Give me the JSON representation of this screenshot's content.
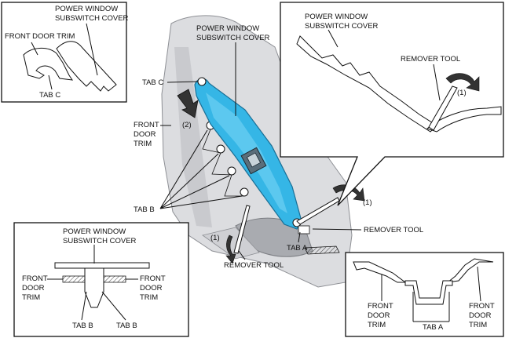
{
  "labels": {
    "tl_cover": [
      "POWER WINDOW",
      "SUBSWITCH COVER"
    ],
    "tl_trim": "FRONT DOOR TRIM",
    "tl_tab": "TAB C",
    "main_cover": [
      "POWER WINDOW",
      "SUBSWITCH COVER"
    ],
    "main_tabc": "TAB C",
    "main_step2": "(2)",
    "main_trim": [
      "FRONT",
      "DOOR",
      "TRIM"
    ],
    "main_tabb": "TAB B",
    "main_step1_left": "(1)",
    "main_remover_left": "REMOVER TOOL",
    "main_step1_right": "(1)",
    "main_remover_right": "REMOVER TOOL",
    "main_taba": "TAB A",
    "tr_cover": [
      "POWER WINDOW",
      "SUBSWITCH COVER"
    ],
    "tr_remover": "REMOVER TOOL",
    "tr_step1": "(1)",
    "bl_cover": [
      "POWER WINDOW",
      "SUBSWITCH COVER"
    ],
    "bl_trim_left": [
      "FRONT",
      "DOOR",
      "TRIM"
    ],
    "bl_trim_right": [
      "FRONT",
      "DOOR",
      "TRIM"
    ],
    "bl_tabb_left": "TAB B",
    "bl_tabb_right": "TAB B",
    "br_trim_left": [
      "FRONT",
      "DOOR",
      "TRIM"
    ],
    "br_trim_right": [
      "FRONT",
      "DOOR",
      "TRIM"
    ],
    "br_taba": "TAB A"
  },
  "colors": {
    "cover_fill": "#35b6e6",
    "cover_stroke": "#1a6f96",
    "door_fill": "#dcdde0",
    "door_dark": "#b9bbc0",
    "ink": "#111111"
  }
}
